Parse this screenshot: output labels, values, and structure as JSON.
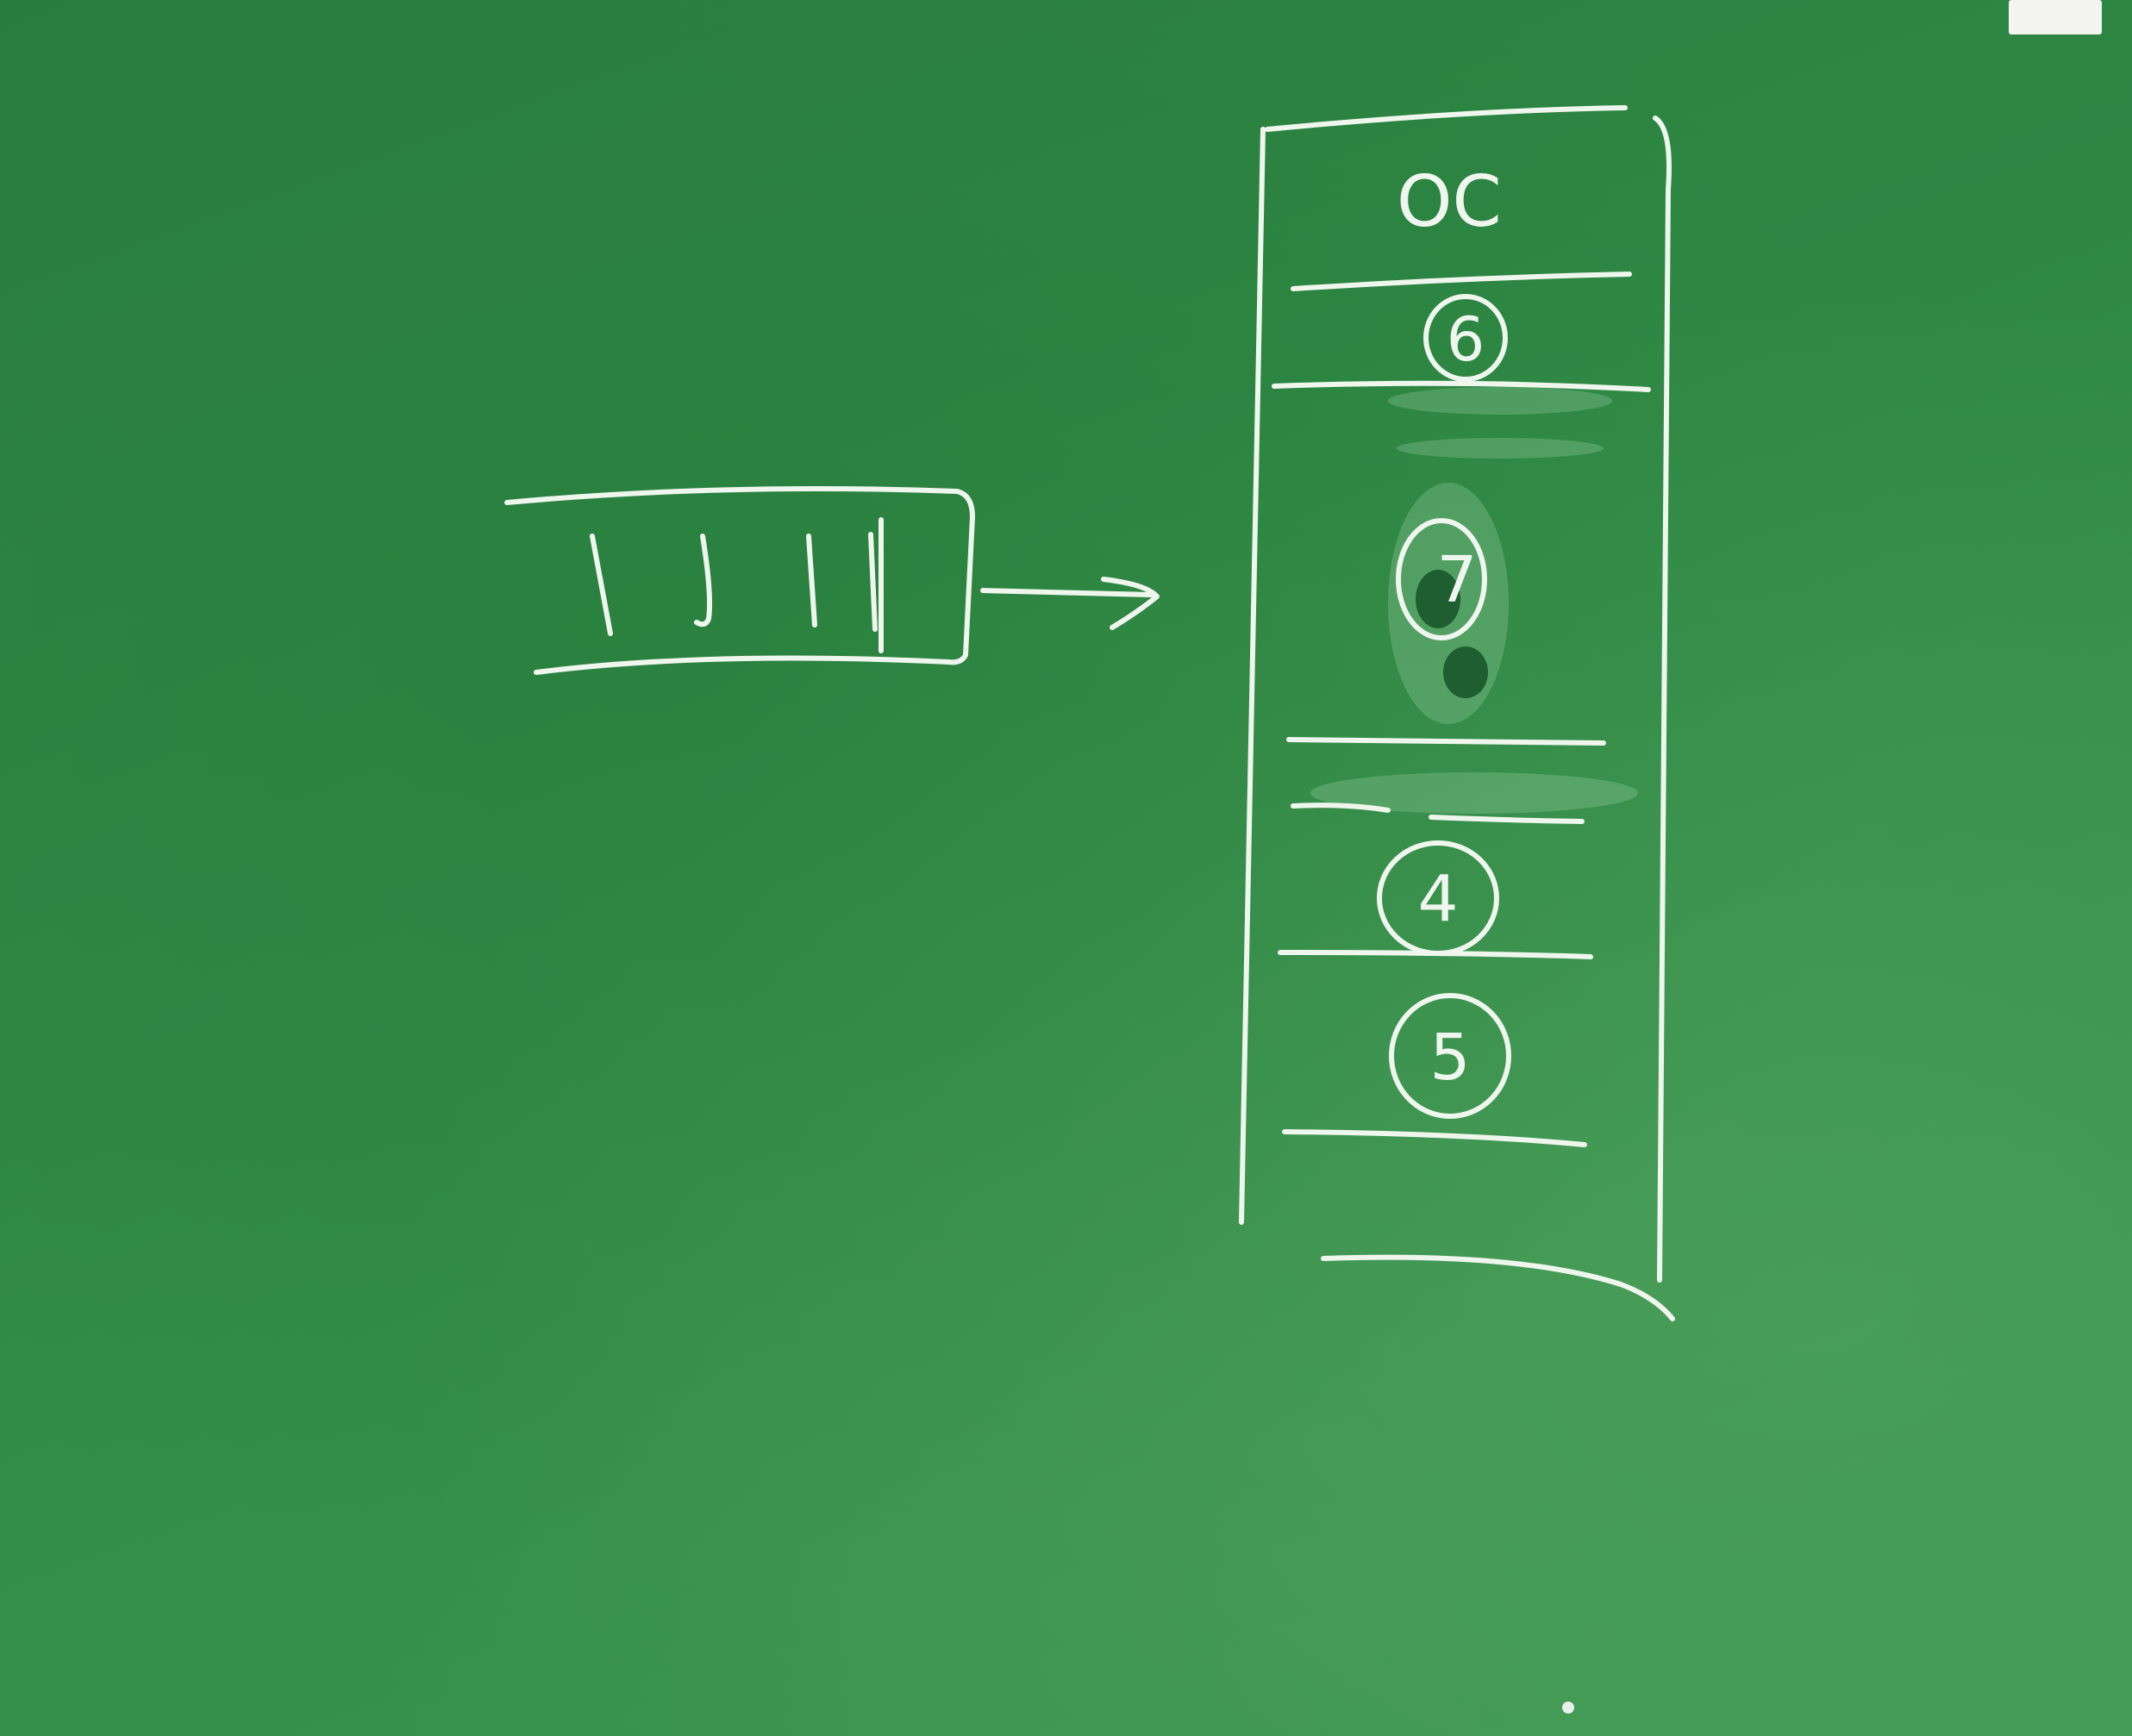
{
  "board": {
    "color": "#2f8a45",
    "chalk_color": "#eef6ee"
  },
  "stack_diagram": {
    "top_label": "OC",
    "slots": [
      {
        "label": "6"
      },
      {
        "label": "7"
      },
      {
        "label": "4"
      },
      {
        "label": "5"
      }
    ]
  }
}
